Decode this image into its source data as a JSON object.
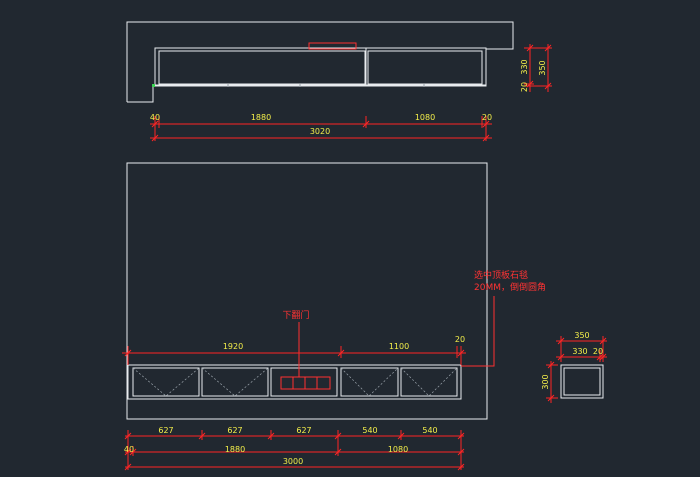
{
  "colors": {
    "background": "#212830",
    "outline": "#e9ecef",
    "dimension_line": "#ff2525",
    "dimension_text": "#f4ef4a",
    "annotation_text": "#ff3333",
    "door_mark": "#ff3030",
    "node": "#39d353"
  },
  "plan_view": {
    "dims_top": {
      "seg_a": "40",
      "seg_b": "1880",
      "seg_c": "1080",
      "seg_d": "20",
      "total": "3020"
    },
    "dims_side": {
      "upper": "330",
      "lower": "20",
      "overall": "350"
    }
  },
  "elevation_view": {
    "dims_upper": {
      "left_run": "1920",
      "right_run": "1100",
      "end": "20"
    },
    "door_label": "下翻门",
    "note_line1": "选中顶板石毯",
    "note_line2": "20MM，倒倒圆角",
    "dims_modules": [
      "627",
      "627",
      "627",
      "540",
      "540"
    ],
    "dims_row2": {
      "seg_a": "40",
      "seg_b": "1880",
      "seg_c": "1080"
    },
    "dims_total": "3000"
  },
  "section_view": {
    "width_total": "350",
    "width_inner": "330",
    "width_end": "20",
    "height": "300"
  }
}
